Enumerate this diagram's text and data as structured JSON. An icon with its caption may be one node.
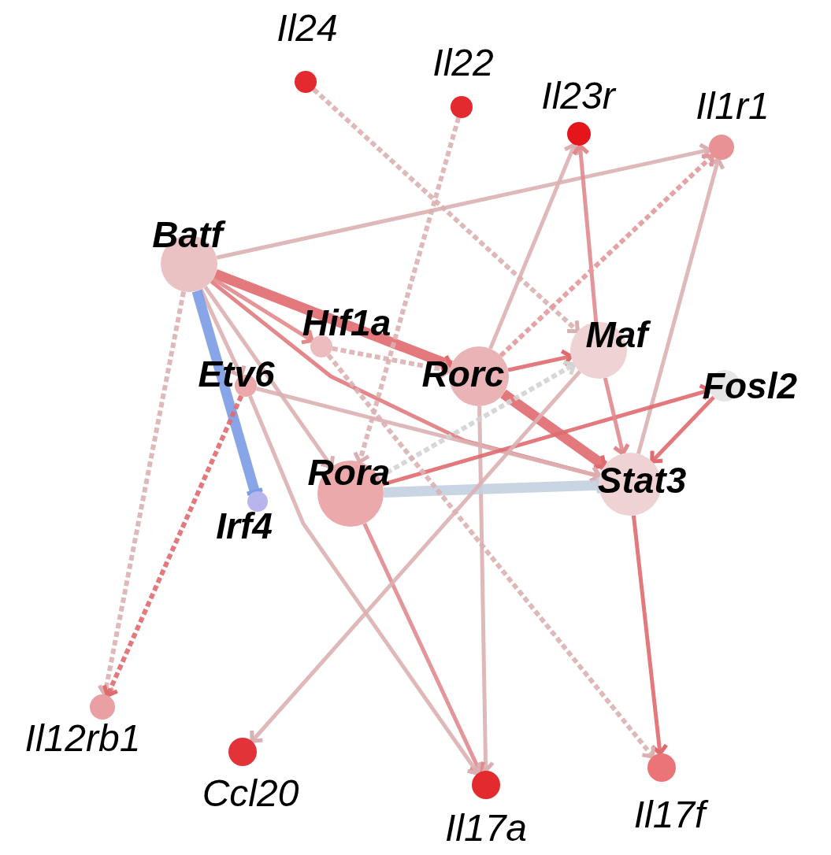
{
  "diagram": {
    "nodes": [
      {
        "text": [
          "Il24"
        ]
      },
      {
        "text": [
          "Il22"
        ]
      },
      {
        "text": [
          "Il23r"
        ]
      },
      {
        "text": [
          "Il1r1"
        ]
      },
      {
        "text": [
          "Batf"
        ]
      },
      {
        "text": [
          "Hif1a"
        ]
      },
      {
        "text": [
          "Etv6"
        ]
      },
      {
        "text": [
          "Maf"
        ]
      },
      {
        "text": [
          "Rorc"
        ]
      },
      {
        "text": [
          "Fosl2"
        ]
      },
      {
        "text": [
          "Rora"
        ]
      },
      {
        "text": [
          "Stat3"
        ]
      },
      {
        "text": [
          "Irf4"
        ]
      },
      {
        "text": [
          "Il12rb1"
        ]
      },
      {
        "text": [
          "Ccl20"
        ]
      },
      {
        "text": [
          "Il17a"
        ]
      },
      {
        "text": [
          "Il17f"
        ]
      }
    ],
    "edges": [
      {
        "from": 4,
        "to": 3,
        "arrow": "to"
      },
      {
        "from": 4,
        "to": 8,
        "arrow": "to",
        "style": "thick",
        "color": "#e06a6e"
      },
      {
        "from": 4,
        "to": 11,
        "arrow": "to",
        "color": "#e07a7e"
      },
      {
        "from": 4,
        "to": 5,
        "arrow": "to",
        "color": "#e3898c"
      },
      {
        "from": 4,
        "to": 6,
        "arrow": "to"
      },
      {
        "from": 4,
        "to": 12,
        "arrow": "other",
        "style": "thick",
        "color": "#7b9be6"
      },
      {
        "from": 4,
        "to": 10,
        "arrow": "to"
      },
      {
        "from": 4,
        "to": 13,
        "arrow": "to",
        "style": "dashed"
      },
      {
        "from": 0,
        "to": 7,
        "arrow": "to",
        "style": "dashed"
      },
      {
        "from": 1,
        "to": 10,
        "arrow": "to",
        "style": "dashed"
      },
      {
        "from": 8,
        "to": 2,
        "arrow": "to"
      },
      {
        "from": 7,
        "to": 2,
        "arrow": "to",
        "color": "#e08a8e"
      },
      {
        "from": 11,
        "to": 3,
        "arrow": "to"
      },
      {
        "from": 8,
        "to": 3,
        "arrow": "to",
        "style": "dashed",
        "color": "#e3999c"
      },
      {
        "from": 8,
        "to": 7,
        "arrow": "to",
        "color": "#e06a6e"
      },
      {
        "from": 8,
        "to": 11,
        "arrow": "to",
        "style": "thick",
        "color": "#e06a6e"
      },
      {
        "from": 8,
        "to": 15,
        "arrow": "to"
      },
      {
        "from": 5,
        "to": 8,
        "arrow": "to",
        "style": "dashed"
      },
      {
        "from": 6,
        "to": 11,
        "arrow": "to"
      },
      {
        "from": 10,
        "to": 15,
        "arrow": "to",
        "color": "#e08a8e"
      },
      {
        "from": 6,
        "to": 15,
        "arrow": "to"
      },
      {
        "from": 6,
        "to": 13,
        "arrow": "to",
        "style": "dashed",
        "color": "#e06a6e"
      },
      {
        "from": 10,
        "to": 9,
        "arrow": "to",
        "color": "#e06a6e"
      },
      {
        "from": 10,
        "to": 11,
        "arrow": "other",
        "style": "thick",
        "color": "#c4d0e0"
      },
      {
        "from": 10,
        "to": 7,
        "arrow": "to",
        "style": "dashed",
        "color": "#d3d3d3"
      },
      {
        "from": 9,
        "to": 11,
        "arrow": "to",
        "color": "#e06a6e"
      },
      {
        "from": 11,
        "to": 16,
        "arrow": "to",
        "color": "#e06a6e"
      },
      {
        "from": 7,
        "to": 14,
        "arrow": "to"
      },
      {
        "from": 5,
        "to": 16,
        "arrow": "to",
        "style": "dashed"
      },
      {
        "from": 7,
        "to": 11,
        "arrow": "to",
        "color": "#e08a8e"
      }
    ]
  }
}
